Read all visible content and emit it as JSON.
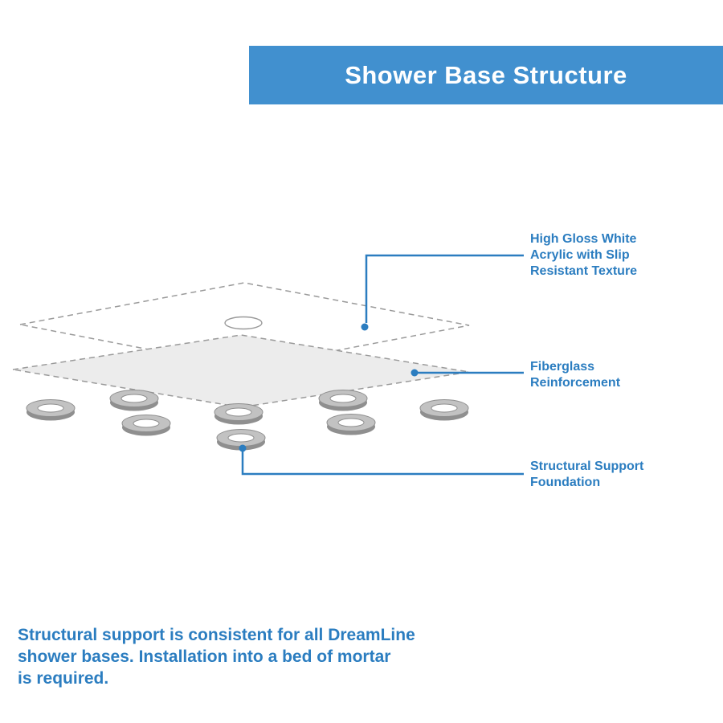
{
  "banner": {
    "title": "Shower Base Structure",
    "bg_color": "#4190CF",
    "text_color": "#FFFFFF"
  },
  "labels": {
    "acrylic": {
      "lines": [
        "High Gloss White",
        "Acrylic with Slip",
        "Resistant Texture"
      ]
    },
    "fiberglass": {
      "lines": [
        "Fiberglass",
        "Reinforcement"
      ]
    },
    "support": {
      "lines": [
        "Structural Support",
        "Foundation"
      ]
    }
  },
  "footer": {
    "lines": [
      "Structural support is consistent for all DreamLine",
      "shower bases. Installation into a bed of mortar",
      "is required."
    ]
  },
  "colors": {
    "accent_blue": "#2B7DC0",
    "banner_blue": "#4190CF",
    "layer_fill_gray": "#ECECEC",
    "outline_gray": "#9A9A9A",
    "ring_gray": "#C2C2C2"
  }
}
